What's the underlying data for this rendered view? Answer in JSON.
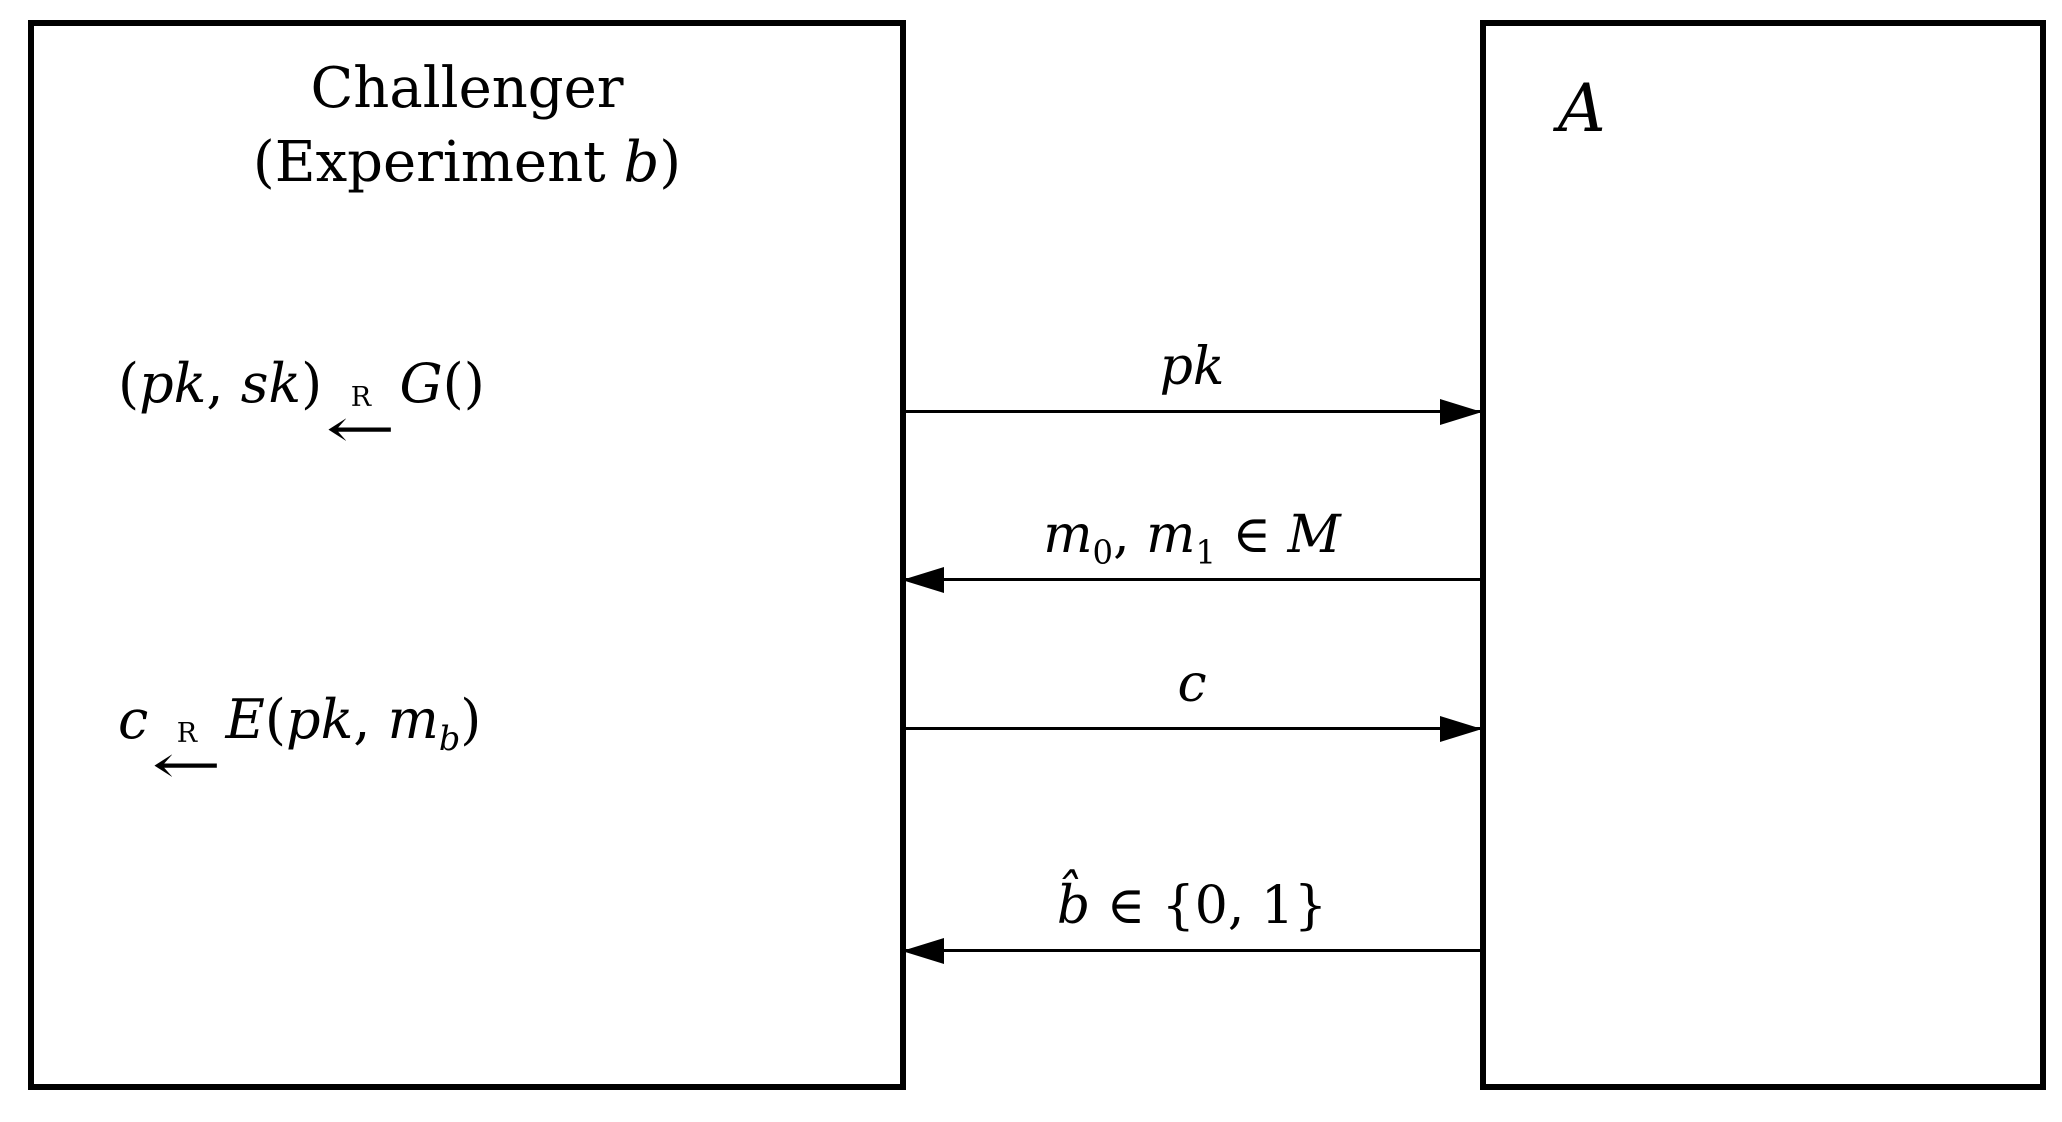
{
  "diagram": {
    "background": "#ffffff",
    "line_color": "#000000",
    "challenger": {
      "title": "Challenger",
      "subtitle_html": "(Experiment <i>b</i>)",
      "steps": [
        {
          "lhs_html": "(<i>pk</i>, <i>sk</i>)",
          "arrow_sup": "R",
          "arrow_glyph": "←",
          "rhs_html": "<i>G</i>()"
        },
        {
          "lhs_html": "<i>c</i>",
          "arrow_sup": "R",
          "arrow_glyph": "←",
          "rhs_html": "<i>E</i>(<i>pk</i>, <i>m</i><sub><i>b</i></sub>)"
        }
      ]
    },
    "adversary": {
      "label": "A"
    },
    "messages": [
      {
        "label_html": "<i>pk</i>",
        "direction": "right",
        "from": "challenger",
        "to": "adversary"
      },
      {
        "label_html": "<i>m</i><sub>0</sub>, <i>m</i><sub>1</sub> ∈ <i>M</i>",
        "direction": "left",
        "from": "adversary",
        "to": "challenger"
      },
      {
        "label_html": "<i>c</i>",
        "direction": "right",
        "from": "challenger",
        "to": "adversary"
      },
      {
        "label_html": "<i>b̂</i> ∈ {0, 1}",
        "direction": "left",
        "from": "adversary",
        "to": "challenger"
      }
    ]
  }
}
